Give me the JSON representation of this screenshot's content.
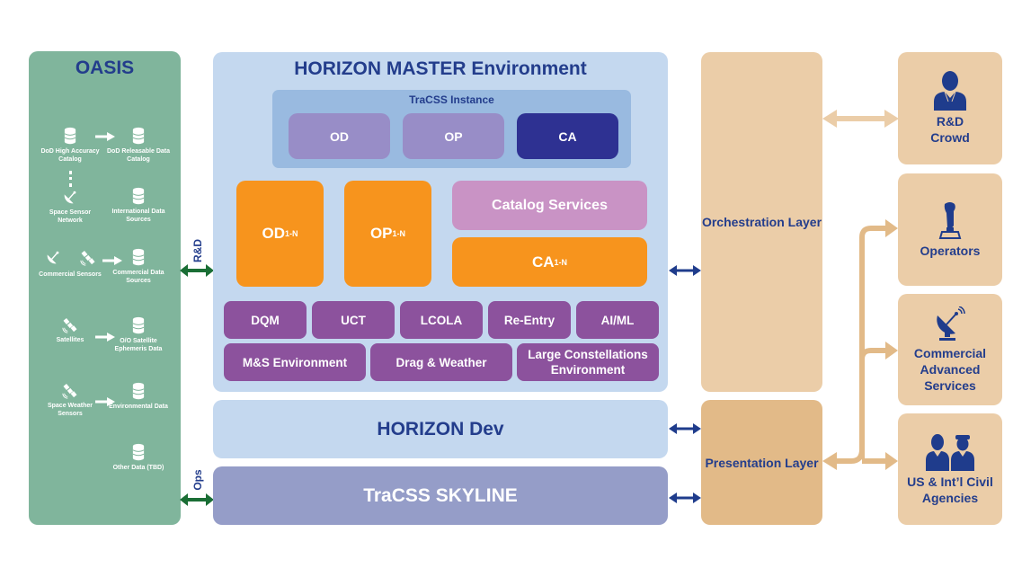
{
  "oasis": {
    "title": "OASIS",
    "sources": [
      {
        "label": "DoD High Accuracy Catalog",
        "icon": "database-icon"
      },
      {
        "label": "DoD Releasable Data Catalog",
        "icon": "database-icon"
      },
      {
        "label": "Space Sensor Network",
        "icon": "satellite-dish-icon"
      },
      {
        "label": "International Data Sources",
        "icon": "database-icon"
      },
      {
        "label": "Commercial Sensors",
        "icon": "satellite-dish-and-satellite-icon"
      },
      {
        "label": "Commercial Data Sources",
        "icon": "database-icon"
      },
      {
        "label": "Satellites",
        "icon": "satellite-icon"
      },
      {
        "label": "O/O Satellite Ephemeris Data",
        "icon": "database-icon"
      },
      {
        "label": "Space Weather Sensors",
        "icon": "satellite-icon"
      },
      {
        "label": "Environmental Data",
        "icon": "database-icon"
      },
      {
        "label": "Other Data (TBD)",
        "icon": "database-icon"
      }
    ]
  },
  "connectors": {
    "rd_label": "R&D",
    "ops_label": "Ops"
  },
  "horizon_master": {
    "title": "HORIZON MASTER Environment",
    "tracss_instance": {
      "title": "TraCSS Instance",
      "modules": [
        "OD",
        "OP",
        "CA"
      ]
    },
    "scaled_modules": [
      {
        "base": "OD",
        "sub": "1-N"
      },
      {
        "base": "OP",
        "sub": "1-N"
      },
      {
        "base": "CA",
        "sub": "1-N"
      }
    ],
    "catalog_services": "Catalog Services",
    "services_row1": [
      "DQM",
      "UCT",
      "LCOLA",
      "Re-Entry",
      "AI/ML"
    ],
    "services_row2": [
      "M&S Environment",
      "Drag & Weather",
      "Large Constellations Environment"
    ]
  },
  "horizon_dev": {
    "title": "HORIZON Dev"
  },
  "skyline": {
    "title": "TraCSS SKYLINE"
  },
  "layers": {
    "orchestration": "Orchestration Layer",
    "presentation": "Presentation Layer"
  },
  "stakeholders": [
    {
      "label": "R&D Crowd",
      "icon": "researcher-icon"
    },
    {
      "label": "Operators",
      "icon": "joystick-icon"
    },
    {
      "label": "Commercial Advanced Services",
      "icon": "satellite-dish-icon"
    },
    {
      "label": "US & Int’l Civil Agencies",
      "icon": "civilians-and-officer-icon"
    }
  ],
  "colors": {
    "oasis": "#80b59c",
    "navy_text": "#233d8c",
    "horizon_bg": "#c4d8ef",
    "orange": "#f7941d",
    "purple": "#8c529d",
    "tan": "#ebcda8",
    "ops_arrow": "#1a6e35",
    "layer_arrow": "#1f3c8c"
  }
}
